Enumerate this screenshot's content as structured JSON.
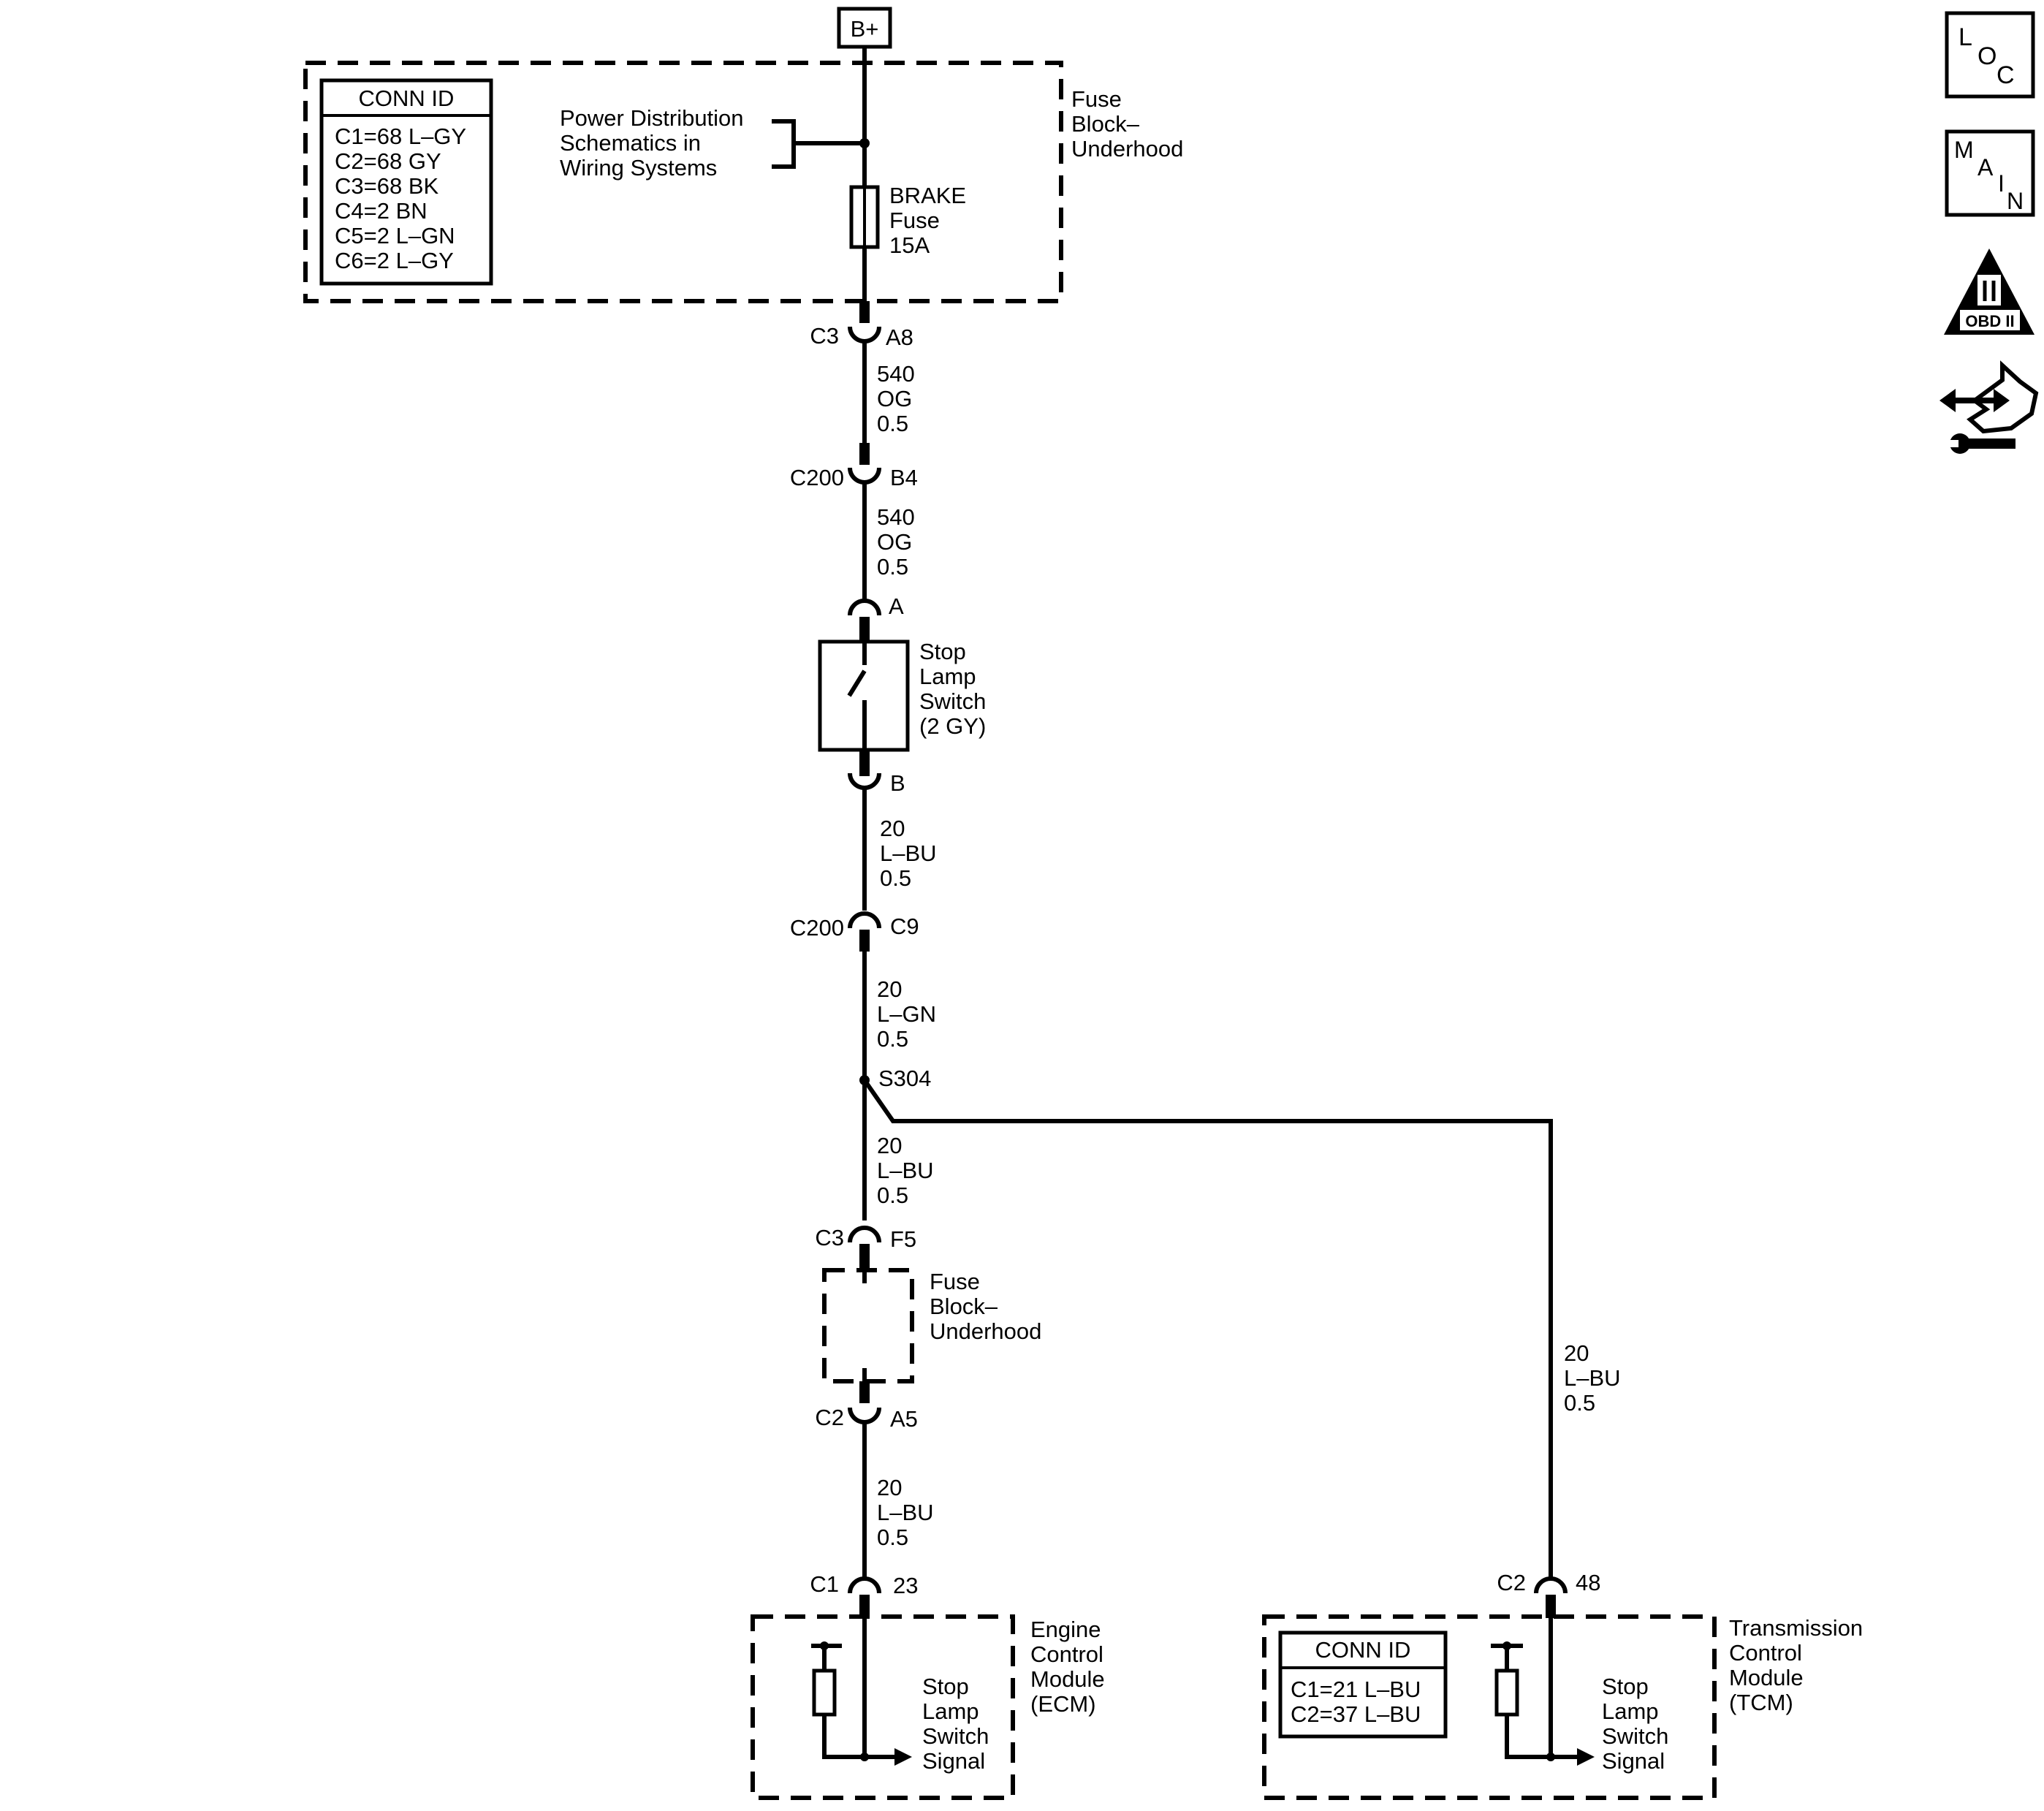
{
  "b_plus": "B+",
  "fuse_block_top": {
    "label": [
      "Fuse",
      "Block–",
      "Underhood"
    ],
    "conn_id": {
      "title": "CONN ID",
      "rows": [
        "C1=68 L–GY",
        "C2=68 GY",
        "C3=68 BK",
        "C4=2 BN",
        "C5=2 L–GN",
        "C6=2 L–GY"
      ]
    },
    "power_ref": [
      "Power Distribution",
      "Schematics in",
      "Wiring Systems"
    ],
    "fuse_label": [
      "BRAKE",
      "Fuse",
      "15A"
    ]
  },
  "connectors": {
    "c3_a8": {
      "left": "C3",
      "right": "A8"
    },
    "c200_b4": {
      "left": "C200",
      "right": "B4"
    },
    "switch_a": {
      "right": "A"
    },
    "switch_b": {
      "right": "B"
    },
    "c200_c9": {
      "left": "C200",
      "right": "C9"
    },
    "c3_f5": {
      "left": "C3",
      "right": "F5"
    },
    "c2_a5": {
      "left": "C2",
      "right": "A5"
    },
    "c1_23": {
      "left": "C1",
      "right": "23"
    },
    "c2_48": {
      "left": "C2",
      "right": "48"
    }
  },
  "wires": {
    "w1": [
      "540",
      "OG",
      "0.5"
    ],
    "w2": [
      "540",
      "OG",
      "0.5"
    ],
    "w3": [
      "20",
      "L–BU",
      "0.5"
    ],
    "w4": [
      "20",
      "L–GN",
      "0.5"
    ],
    "w5": [
      "20",
      "L–BU",
      "0.5"
    ],
    "w6": [
      "20",
      "L–BU",
      "0.5"
    ],
    "w7": [
      "20",
      "L–BU",
      "0.5"
    ]
  },
  "splice": "S304",
  "stop_lamp_switch": [
    "Stop",
    "Lamp",
    "Switch",
    "(2 GY)"
  ],
  "fuse_block_mid": [
    "Fuse",
    "Block–",
    "Underhood"
  ],
  "ecm": {
    "label": [
      "Engine",
      "Control",
      "Module",
      "(ECM)"
    ],
    "signal": [
      "Stop",
      "Lamp",
      "Switch",
      "Signal"
    ]
  },
  "tcm": {
    "label": [
      "Transmission",
      "Control",
      "Module",
      "(TCM)"
    ],
    "signal": [
      "Stop",
      "Lamp",
      "Switch",
      "Signal"
    ],
    "conn_id": {
      "title": "CONN ID",
      "rows": [
        "C1=21 L–BU",
        "C2=37 L–BU"
      ]
    }
  },
  "side_icons": {
    "loc": [
      "L",
      "O",
      "C"
    ],
    "main": [
      "M",
      "A",
      "I",
      "N"
    ],
    "obd": {
      "numeral": "II",
      "label": "OBD II"
    },
    "icons": [
      "loc-icon",
      "main-icon",
      "obd-ii-icon",
      "hand-wrench-icon"
    ]
  }
}
